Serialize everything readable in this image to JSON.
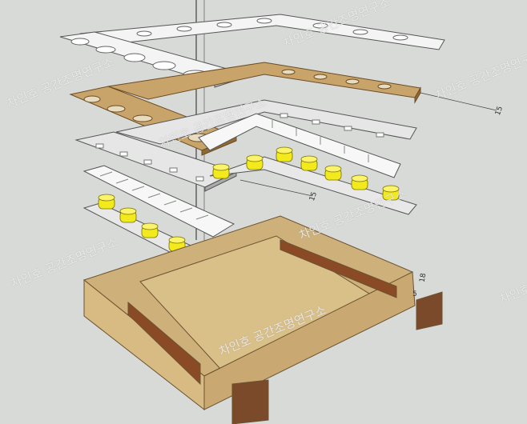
{
  "watermark": "차인호 공간조명연구소",
  "dimensions": [
    "15",
    "15",
    "18",
    "5"
  ],
  "colors": {
    "background": "#d8dad8",
    "white_panel": "#f4f4f4",
    "wood": "#c9a46a",
    "led": "#f2ea1c",
    "box": "#d7bb82",
    "dark_wood": "#8a4a26"
  }
}
